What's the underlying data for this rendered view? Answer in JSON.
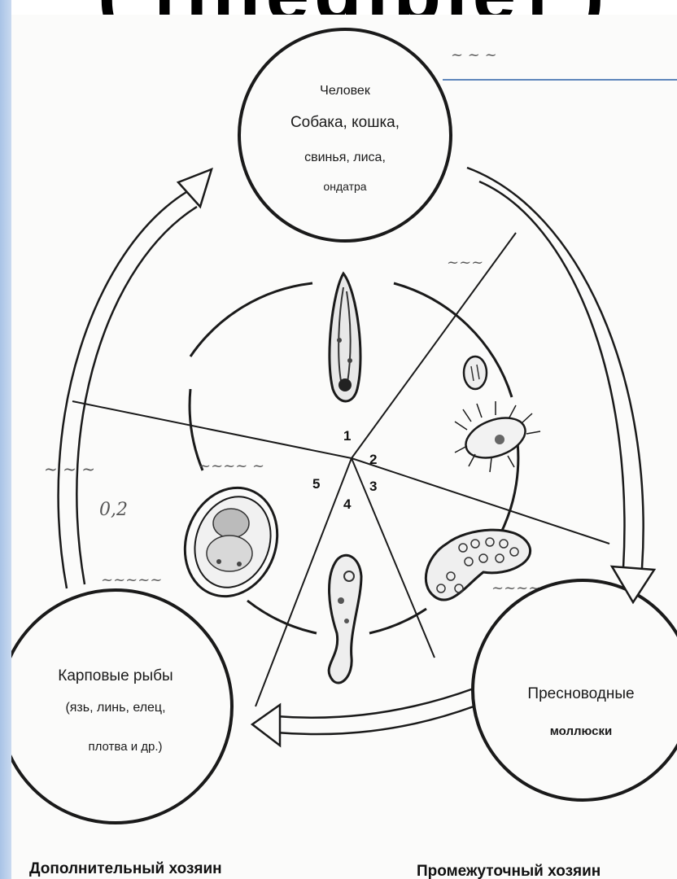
{
  "slide": {
    "title_fragment": "( [illegible] )"
  },
  "diagram": {
    "definitive_host": {
      "lines": [
        "Человек",
        "Собака, кошка,",
        "свинья, лиса,",
        "ондатра"
      ]
    },
    "intermediate_host": {
      "lines": [
        "Пресноводные",
        "моллюски"
      ],
      "caption": "Промежуточный хозяин"
    },
    "additional_host": {
      "lines": [
        "Карповые рыбы",
        "(язь, линь, елец,",
        "плотва и др.)"
      ],
      "caption": "Дополнительный хозяин"
    },
    "stage_numbers": [
      "1",
      "2",
      "3",
      "4",
      "5"
    ],
    "scribbles": [
      "0,2"
    ],
    "colors": {
      "stroke": "#1a1a1a",
      "accent_line": "#2b5fa6",
      "side_bar": "#a9c3e6"
    }
  }
}
